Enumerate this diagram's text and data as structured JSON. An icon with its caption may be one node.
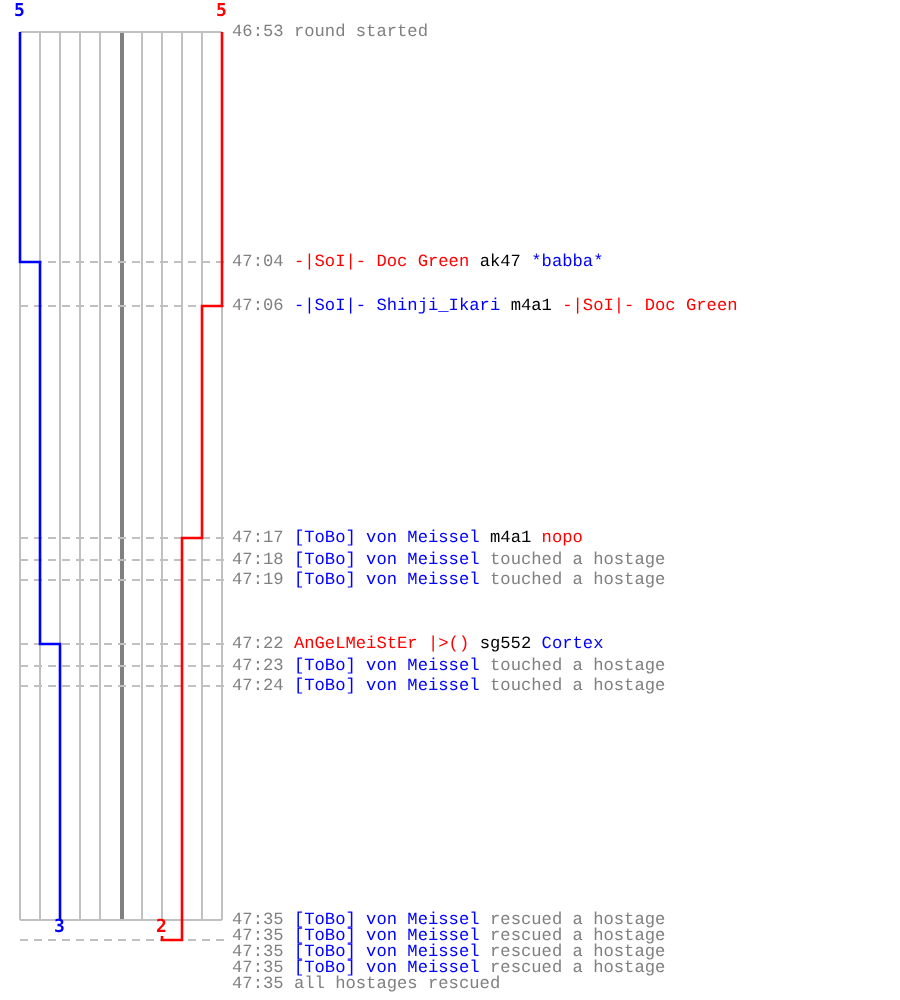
{
  "diagram": {
    "labels": [
      "5",
      "5",
      "46:53",
      "round started",
      "47:04",
      "-|SoI|- Doc Green",
      "ak47",
      "*babba*",
      "47:06",
      "-|SoI|- Shinji_Ikari",
      "m4a1",
      "-|SoI|- Doc Green",
      "47:17",
      "[ToBo] von Meissel",
      "m4a1",
      "nopo",
      "47:18",
      "[ToBo] von Meissel",
      "touched a hostage",
      "47:19",
      "[ToBo] von Meissel",
      "touched a hostage",
      "47:22",
      "AnGeLMeiStEr |>()",
      "sg552",
      "Cortex",
      "47:23",
      "[ToBo] von Meissel",
      "touched a hostage",
      "47:24",
      "[ToBo] von Meissel",
      "touched a hostage",
      "47:35",
      "[ToBo] von Meissel",
      "rescued a hostage",
      "47:35",
      "[ToBo] von Meissel",
      "rescued a hostage",
      "47:35",
      "[ToBo] von Meissel",
      "rescued a hostage",
      "47:35",
      "[ToBo] von Meissel",
      "rescued a hostage",
      "47:35",
      "all hostages rescued",
      "3",
      "2"
    ]
  }
}
